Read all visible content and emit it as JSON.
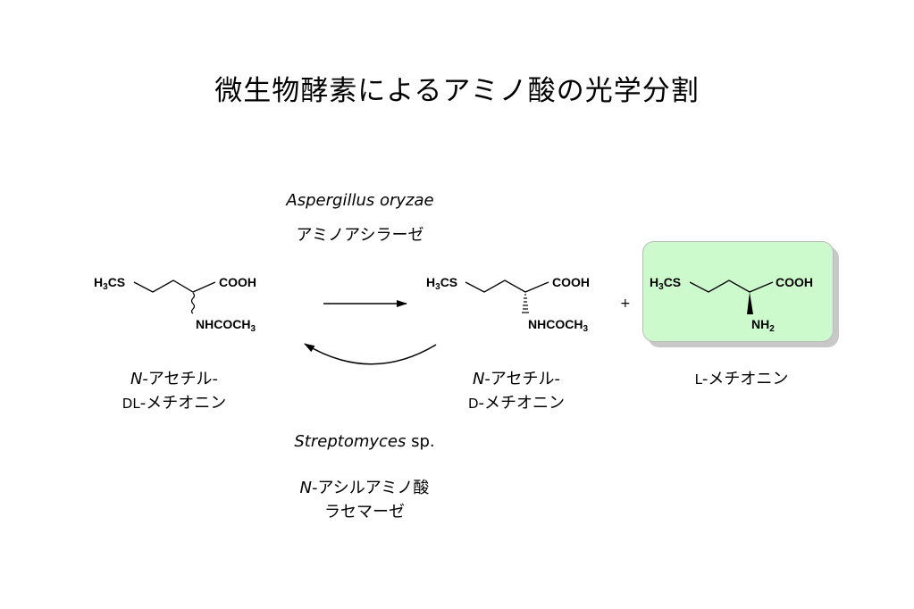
{
  "title": "微生物酵素によるアミノ酸の光学分割",
  "enzyme_top": {
    "organism": "Aspergillus oryzae",
    "enzyme": "アミノアシラーゼ"
  },
  "enzyme_bottom": {
    "organism": "Streptomyces",
    "organism_suffix": " sp.",
    "enzyme_prefix": "N",
    "enzyme_line1": "-アシルアミノ酸",
    "enzyme_line2": "ラセマーゼ"
  },
  "plus": "+",
  "molecules": [
    {
      "id": "n-acetyl-dl-methionine",
      "left_group": "H",
      "left_sub": "3",
      "left_tail": "CS",
      "right_group": "COOH",
      "amine": "NHCOCH",
      "amine_sub": "3",
      "name_prefix": "N",
      "name_line1": "-アセチル-",
      "name_line2_prefix": "DL",
      "name_line2": "-メチオニン",
      "stereo": "racemic-wavy"
    },
    {
      "id": "n-acetyl-d-methionine",
      "left_group": "H",
      "left_sub": "3",
      "left_tail": "CS",
      "right_group": "COOH",
      "amine": "NHCOCH",
      "amine_sub": "3",
      "name_prefix": "N",
      "name_line1": "-アセチル-",
      "name_line2_prefix": "D",
      "name_line2": "-メチオニン",
      "stereo": "hashed-wedge"
    },
    {
      "id": "l-methionine",
      "left_group": "H",
      "left_sub": "3",
      "left_tail": "CS",
      "right_group": "COOH",
      "amine": "NH",
      "amine_sub": "2",
      "name_prefix": "L",
      "name_line1": "-メチオニン",
      "stereo": "solid-wedge",
      "highlight_color": "#ccfacc"
    }
  ]
}
